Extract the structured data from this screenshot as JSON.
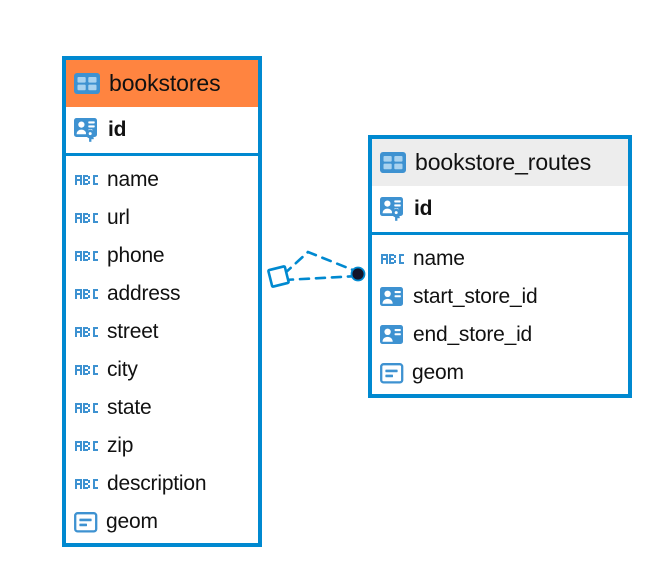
{
  "diagram": {
    "type": "entity-relationship-diagram",
    "background": "#ffffff",
    "accent_color": "#0089d0",
    "highlight_color": "#ff8440",
    "header_grey": "#ededed"
  },
  "entities": [
    {
      "name": "bookstores",
      "header_style": "orange",
      "header_icon": "table-icon",
      "primary_key": {
        "label": "id",
        "icon": "primary-key-icon"
      },
      "fields": [
        {
          "label": "name",
          "icon": "abc-text-icon"
        },
        {
          "label": "url",
          "icon": "abc-text-icon"
        },
        {
          "label": "phone",
          "icon": "abc-text-icon"
        },
        {
          "label": "address",
          "icon": "abc-text-icon"
        },
        {
          "label": "street",
          "icon": "abc-text-icon"
        },
        {
          "label": "city",
          "icon": "abc-text-icon"
        },
        {
          "label": "state",
          "icon": "abc-text-icon"
        },
        {
          "label": "zip",
          "icon": "abc-text-icon"
        },
        {
          "label": "description",
          "icon": "abc-text-icon"
        },
        {
          "label": "geom",
          "icon": "geometry-icon"
        }
      ]
    },
    {
      "name": "bookstore_routes",
      "header_style": "grey",
      "header_icon": "table-icon",
      "primary_key": {
        "label": "id",
        "icon": "primary-key-icon"
      },
      "fields": [
        {
          "label": "name",
          "icon": "abc-text-icon"
        },
        {
          "label": "start_store_id",
          "icon": "foreign-key-icon"
        },
        {
          "label": "end_store_id",
          "icon": "foreign-key-icon"
        },
        {
          "label": "geom",
          "icon": "geometry-icon"
        }
      ]
    }
  ],
  "relationship": {
    "from_entity": "bookstores",
    "to_entity": "bookstore_routes",
    "line_style": "dashed",
    "line_color": "#0089d0",
    "source_marker": "diamond-outline",
    "target_marker": "filled-circle",
    "target_marker_color": "#141428"
  }
}
